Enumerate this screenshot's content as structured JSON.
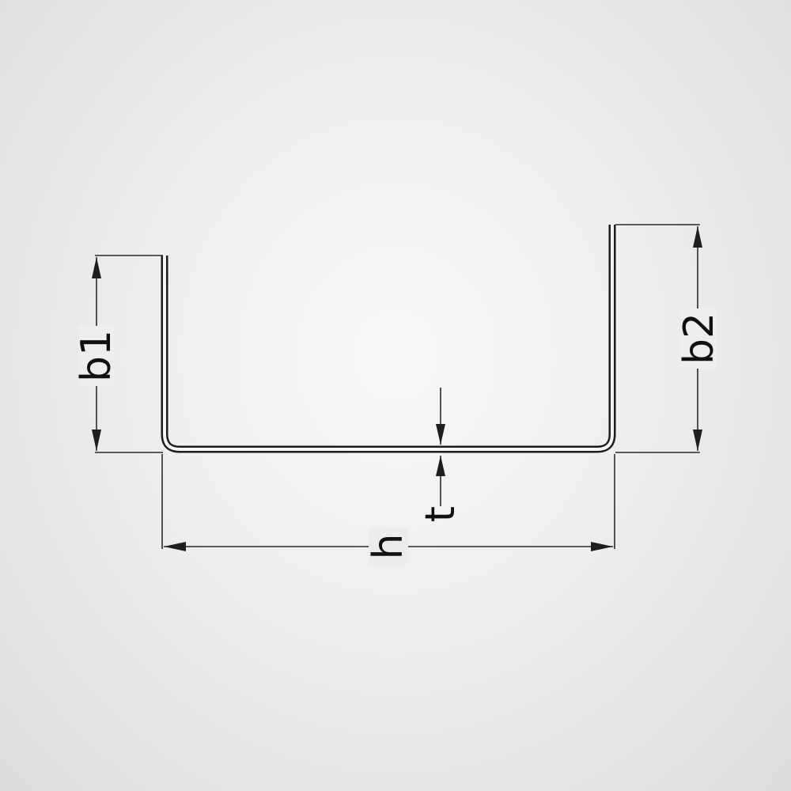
{
  "diagram": {
    "labels": {
      "b1": "b1",
      "b2": "b2",
      "t": "t",
      "h": "h"
    },
    "colors": {
      "background_center": "#f7f7f7",
      "background_edge": "#dcdcdc",
      "line": "#1c1c1c"
    }
  }
}
